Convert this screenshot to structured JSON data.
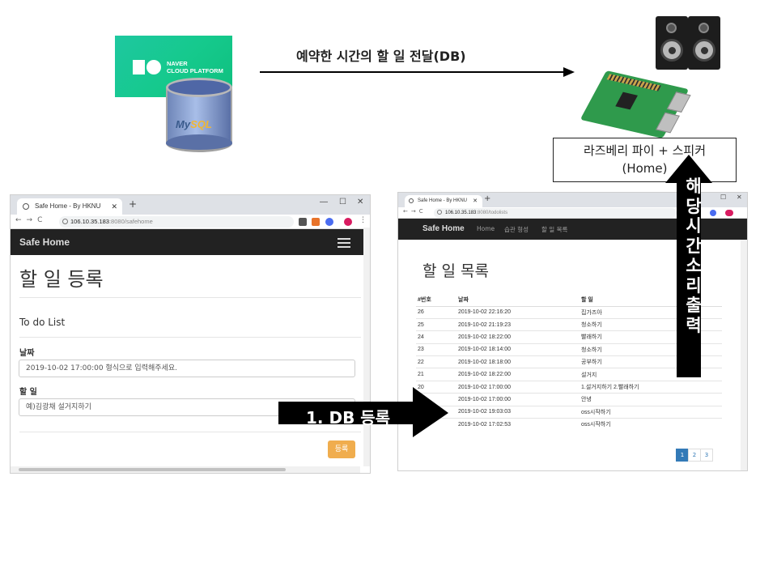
{
  "naver": {
    "line1": "NAVER",
    "line2": "CLOUD PLATFORM"
  },
  "db_label": {
    "my": "My",
    "sql": "SQL"
  },
  "top_arrow_label": "예약한 시간의 할 일 전달(DB)",
  "home_box": {
    "line1": "라즈베리 파이 + 스피커",
    "line2": "(Home)"
  },
  "left_window": {
    "tab_title": "Safe Home - By HKNU",
    "url_host": "106.10.35.183",
    "url_path": ":8080/safehome",
    "brand": "Safe Home",
    "heading": "할 일 등록",
    "subheading": "To do List",
    "date_label": "날짜",
    "date_placeholder": "2019-10-02 17:00:00 형식으로 입력해주세요.",
    "task_label": "할 일",
    "task_placeholder": "예)김광채 설거지하기",
    "submit_label": "등록"
  },
  "right_window": {
    "tab_title": "Safe Home - By HKNU",
    "url_host": "106.10.35.183",
    "url_path": ":8080/todolists",
    "brand": "Safe Home",
    "nav_items": [
      "Home",
      "습관 형성",
      "할 일 목록"
    ],
    "heading": "할 일 목록",
    "table": {
      "headers": [
        "#번호",
        "날짜",
        "할 일"
      ],
      "rows": [
        [
          "26",
          "2019-10-02 22:16:20",
          "집가즈아"
        ],
        [
          "25",
          "2019-10-02 21:19:23",
          "청소하기"
        ],
        [
          "24",
          "2019-10-02 18:22:00",
          "빨래하기"
        ],
        [
          "23",
          "2019-10-02 18:14:00",
          "청소하기"
        ],
        [
          "22",
          "2019-10-02 18:18:00",
          "공부하기"
        ],
        [
          "21",
          "2019-10-02 18:22:00",
          "설거지"
        ],
        [
          "20",
          "2019-10-02 17:00:00",
          "1.설거지하기 2.빨래하기"
        ],
        [
          "",
          "2019-10-02 17:00:00",
          "안녕"
        ],
        [
          "",
          "2019-10-02 19:03:03",
          "oss시작하기"
        ],
        [
          "",
          "2019-10-02 17:02:53",
          "oss시작하기"
        ]
      ]
    },
    "pages": [
      "1",
      "2",
      "3"
    ]
  },
  "db_arrow_label": "1. DB 등록",
  "sound_arrow_label": "해\n당\n시\n간\n소\n리\n출\n력"
}
